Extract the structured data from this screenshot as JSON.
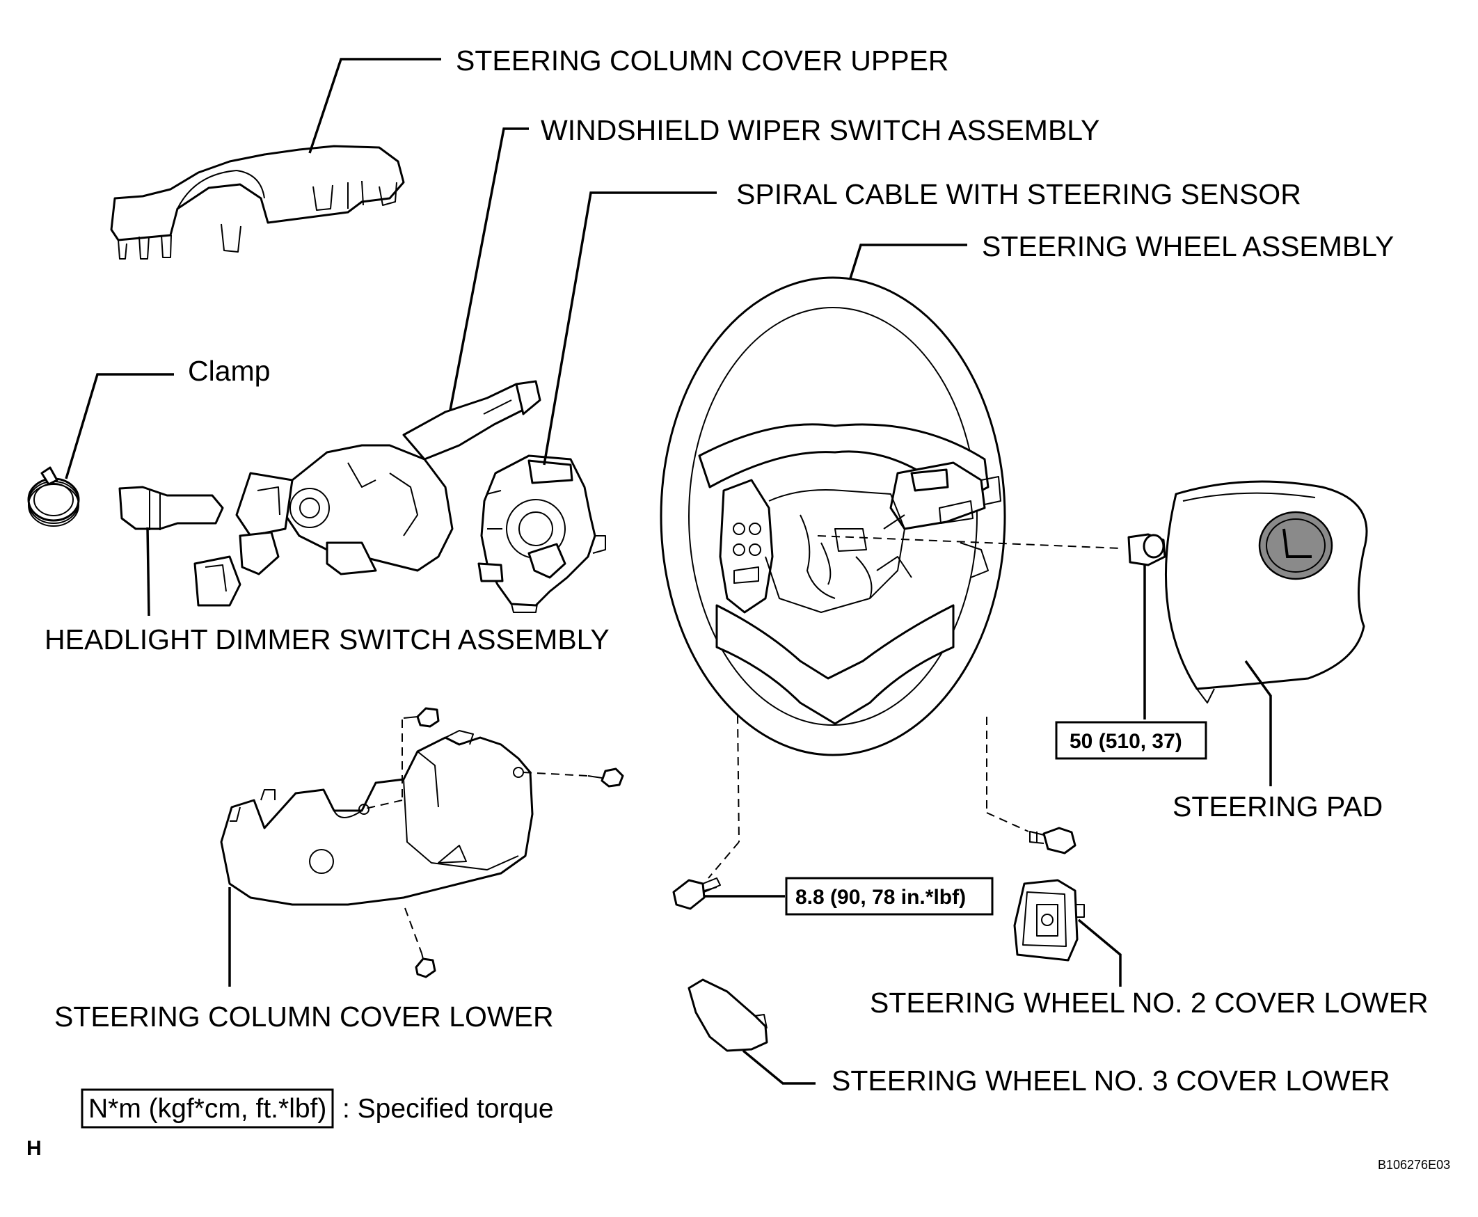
{
  "labels": {
    "steering_column_cover_upper": "STEERING COLUMN COVER UPPER",
    "windshield_wiper_switch": "WINDSHIELD WIPER SWITCH ASSEMBLY",
    "spiral_cable": "SPIRAL CABLE WITH STEERING SENSOR",
    "steering_wheel_assembly": "STEERING WHEEL ASSEMBLY",
    "clamp": "Clamp",
    "headlight_dimmer_switch": "HEADLIGHT DIMMER SWITCH ASSEMBLY",
    "steering_pad": "STEERING PAD",
    "steering_column_cover_lower": "STEERING COLUMN COVER LOWER",
    "steering_wheel_no2_cover_lower": "STEERING WHEEL NO. 2 COVER LOWER",
    "steering_wheel_no3_cover_lower": "STEERING WHEEL NO. 3 COVER LOWER"
  },
  "torques": {
    "nut": "50 (510, 37)",
    "screw": "8.8 (90, 78 in.*lbf)"
  },
  "legend": {
    "units": "N*m (kgf*cm, ft.*lbf)",
    "description": ": Specified torque"
  },
  "corner_letter": "H",
  "figure_id": "B106276E03"
}
